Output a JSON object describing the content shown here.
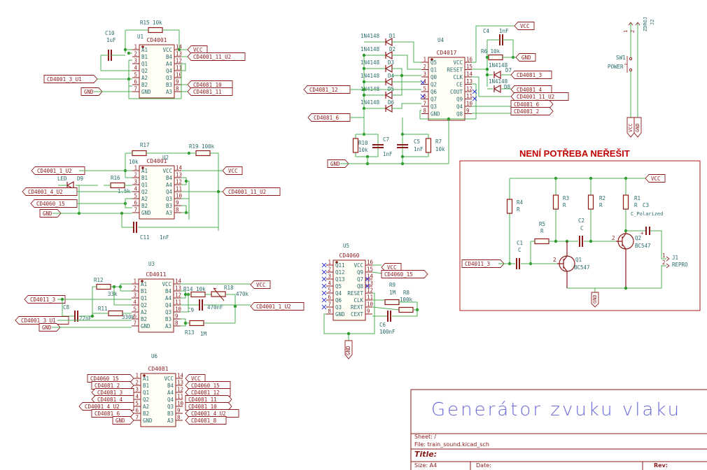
{
  "colors": {
    "wire": "#4caf50",
    "junction": "#2e9a2e",
    "part": "#8b1a1a",
    "pinnum": "#8b1a1a",
    "label_text": "#8b1a1a",
    "ref_text": "#2a6b6b",
    "pin_text": "#2a6b6b",
    "note": "#c00000",
    "title_text": "#6b6bd6",
    "frame": "#8b1a1a",
    "noconn": "#3a3ad0"
  },
  "parts": {
    "U1": {
      "ref": "U1",
      "value": "CD4001",
      "left_pins": [
        [
          "1",
          "A1"
        ],
        [
          "2",
          "B1"
        ],
        [
          "3",
          "Q1"
        ],
        [
          "4",
          "Q2"
        ],
        [
          "5",
          "A2"
        ],
        [
          "6",
          "B2"
        ],
        [
          "7",
          "GND"
        ]
      ],
      "right_pins": [
        [
          "14",
          "VCC"
        ],
        [
          "13",
          "B4"
        ],
        [
          "12",
          "A4"
        ],
        [
          "11",
          "Q4"
        ],
        [
          "10",
          "Q3"
        ],
        [
          "9",
          "B3"
        ],
        [
          "8",
          "A3"
        ]
      ]
    },
    "U2": {
      "ref": "U2",
      "value": "CD4001",
      "left_pins": [
        [
          "1",
          "A1"
        ],
        [
          "2",
          "B1"
        ],
        [
          "3",
          "Q1"
        ],
        [
          "4",
          "Q2"
        ],
        [
          "5",
          "A2"
        ],
        [
          "6",
          "B2"
        ],
        [
          "7",
          "GND"
        ]
      ],
      "right_pins": [
        [
          "14",
          "VCC"
        ],
        [
          "13",
          "B4"
        ],
        [
          "12",
          "A4"
        ],
        [
          "11",
          "Q4"
        ],
        [
          "10",
          "Q3"
        ],
        [
          "9",
          "B3"
        ],
        [
          "8",
          "A3"
        ]
      ]
    },
    "U3": {
      "ref": "U3",
      "value": "CD4011",
      "left_pins": [
        [
          "1",
          "A1"
        ],
        [
          "2",
          "B1"
        ],
        [
          "3",
          "Q1"
        ],
        [
          "4",
          "Q2"
        ],
        [
          "5",
          "A2"
        ],
        [
          "6",
          "B2"
        ],
        [
          "7",
          "GND"
        ]
      ],
      "right_pins": [
        [
          "14",
          "VCC"
        ],
        [
          "13",
          "B4"
        ],
        [
          "12",
          "A4"
        ],
        [
          "11",
          "Q4"
        ],
        [
          "10",
          "Q3"
        ],
        [
          "9",
          "B3"
        ],
        [
          "8",
          "A3"
        ]
      ]
    },
    "U6": {
      "ref": "U6",
      "value": "CD4081",
      "left_pins": [
        [
          "1",
          "A1"
        ],
        [
          "2",
          "B1"
        ],
        [
          "3",
          "Q1"
        ],
        [
          "4",
          "Q2"
        ],
        [
          "5",
          "A2"
        ],
        [
          "6",
          "B2"
        ],
        [
          "7",
          "GND"
        ]
      ],
      "right_pins": [
        [
          "14",
          "VCC"
        ],
        [
          "13",
          "B4"
        ],
        [
          "12",
          "A4"
        ],
        [
          "11",
          "Q4"
        ],
        [
          "10",
          "Q3"
        ],
        [
          "9",
          "B3"
        ],
        [
          "8",
          "A3"
        ]
      ]
    },
    "U4": {
      "ref": "U4",
      "value": "CD4017",
      "left_pins": [
        [
          "1",
          "Q5"
        ],
        [
          "2",
          "Q1"
        ],
        [
          "3",
          "Q0"
        ],
        [
          "4",
          "Q2"
        ],
        [
          "5",
          "Q6"
        ],
        [
          "6",
          "Q7"
        ],
        [
          "7",
          "Q3"
        ],
        [
          "8",
          "GND"
        ]
      ],
      "right_pins": [
        [
          "16",
          "VCC"
        ],
        [
          "15",
          "RESET"
        ],
        [
          "14",
          "CLK"
        ],
        [
          "13",
          "CE"
        ],
        [
          "12",
          "COUT"
        ],
        [
          "11",
          "Q9"
        ],
        [
          "10",
          "Q4"
        ],
        [
          "9",
          "Q8"
        ]
      ]
    },
    "U5": {
      "ref": "U5",
      "value": "CD4060",
      "left_pins": [
        [
          "1",
          "Q11"
        ],
        [
          "2",
          "Q12"
        ],
        [
          "3",
          "Q13"
        ],
        [
          "4",
          "Q5"
        ],
        [
          "5",
          "Q4"
        ],
        [
          "6",
          "Q6"
        ],
        [
          "7",
          "Q3"
        ],
        [
          "8",
          "GND"
        ]
      ],
      "right_pins": [
        [
          "16",
          "VCC"
        ],
        [
          "15",
          "Q9"
        ],
        [
          "14",
          "Q7"
        ],
        [
          "13",
          "Q8"
        ],
        [
          "12",
          "RESET"
        ],
        [
          "11",
          "CLK"
        ],
        [
          "10",
          "REXT"
        ],
        [
          "9",
          "CEXT"
        ]
      ]
    }
  },
  "components": {
    "R15": {
      "ref": "R15",
      "value": "10k"
    },
    "C10": {
      "ref": "C10",
      "value": "1uF"
    },
    "R17": {
      "ref": "R17",
      "value": "10k"
    },
    "R19": {
      "ref": "R19",
      "value": "100k"
    },
    "R16": {
      "ref": "R16",
      "value": "1.5k"
    },
    "D9": {
      "ref": "D9",
      "value": "LED"
    },
    "C11": {
      "ref": "C11",
      "value": "1nF"
    },
    "R12": {
      "ref": "R12",
      "value": "33k"
    },
    "R11": {
      "ref": "R11",
      "value": "330k"
    },
    "C8": {
      "ref": "C8",
      "value": "22nF"
    },
    "R14": {
      "ref": "R14",
      "value": "10k"
    },
    "R18": {
      "ref": "R18",
      "value": "470k"
    },
    "C9": {
      "ref": "C9",
      "value": "470nF"
    },
    "R13": {
      "ref": "R13",
      "value": "1M"
    },
    "D1": {
      "ref": "D1",
      "value": "1N4148"
    },
    "D2": {
      "ref": "D2",
      "value": "1N4148"
    },
    "D3": {
      "ref": "D3",
      "value": "1N4148"
    },
    "D4": {
      "ref": "D4",
      "value": "1N4148"
    },
    "D5": {
      "ref": "D5",
      "value": "1N4148"
    },
    "D6": {
      "ref": "D6",
      "value": "1N4148"
    },
    "D7": {
      "ref": "D7",
      "value": "1N4148"
    },
    "D8": {
      "ref": "D8",
      "value": "1N4148"
    },
    "C4": {
      "ref": "C4",
      "value": "1nF"
    },
    "R6": {
      "ref": "R6",
      "value": "10k"
    },
    "R10": {
      "ref": "R10",
      "value": "10k"
    },
    "C7": {
      "ref": "C7",
      "value": "1nF"
    },
    "C5": {
      "ref": "C5",
      "value": "1nF"
    },
    "R7": {
      "ref": "R7",
      "value": "10k"
    },
    "R9": {
      "ref": "R9",
      "value": "1M"
    },
    "R8": {
      "ref": "R8",
      "value": "100k"
    },
    "C6": {
      "ref": "C6",
      "value": "100nF"
    },
    "J2": {
      "ref": "J2",
      "value": "ZDROJ"
    },
    "SW1": {
      "ref": "SW1",
      "value": "POWER"
    },
    "R4": {
      "ref": "R4",
      "value": "R"
    },
    "R3": {
      "ref": "R3",
      "value": "R"
    },
    "R2": {
      "ref": "R2",
      "value": "R"
    },
    "R1": {
      "ref": "R1",
      "value": "R"
    },
    "R5": {
      "ref": "R5",
      "value": "R"
    },
    "C1": {
      "ref": "C1",
      "value": "C"
    },
    "C2": {
      "ref": "C2",
      "value": "C"
    },
    "C3": {
      "ref": "C3",
      "value": "C_Polarized"
    },
    "Q1": {
      "ref": "Q1",
      "value": "BC547"
    },
    "Q2": {
      "ref": "Q2",
      "value": "BC547"
    },
    "J1": {
      "ref": "J1",
      "value": "REPRO"
    }
  },
  "labels": {
    "vcc": "VCC",
    "gnd": "GND",
    "cd4001_3_u1": "CD4001_3_U1",
    "cd4001_11_u2": "CD4001_11_U2",
    "cd4081_10": "CD4081_10",
    "cd4081_11": "CD4081_11",
    "cd4001_1_u2": "CD4001_1_U2",
    "cd4001_4_u2": "CD4001_4_U2",
    "cd4060_15": "CD4060_15",
    "cd4011_3": "CD4011_3",
    "cd4081_12": "CD4081_12",
    "cd4081_6": "CD4081_6",
    "cd4081_3": "CD4081_3",
    "cd4081_4": "CD4081_4",
    "cd4081_2": "CD4081_2",
    "cd4081_8": "CD4081_8"
  },
  "u6_left_labels": [
    "CD4060_15",
    "CD4081_2",
    "CD4081_3",
    "CD4081_4",
    "CD4001_4_U2",
    "CD4081_6",
    "GND"
  ],
  "u6_right_labels": [
    "VCC",
    "CD4060_15",
    "CD4081_12",
    "CD4081_11",
    "CD4081_10",
    "CD4001_4_U2",
    "CD4081_8"
  ],
  "note": "NENÍ POTŘEBA NEŘEŠIT",
  "title_block": {
    "big_title": "Generátor zvuku vlaku",
    "sheet": "Sheet: /",
    "file": "File: train_sound.kicad_sch",
    "title_label": "Title:",
    "size": "Size: A4",
    "date": "Date:",
    "rev": "Rev:"
  }
}
